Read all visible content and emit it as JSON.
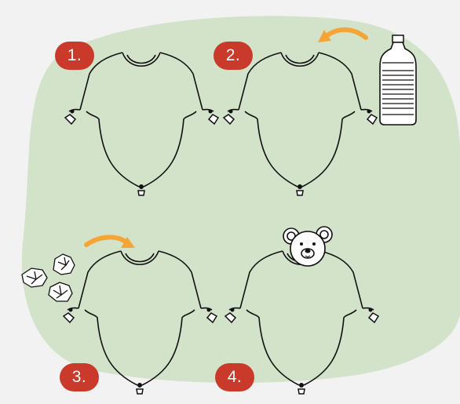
{
  "steps": [
    {
      "number": "1.",
      "extra": "none"
    },
    {
      "number": "2.",
      "extra": "bottle"
    },
    {
      "number": "3.",
      "extra": "crumpled-paper"
    },
    {
      "number": "4.",
      "extra": "teddy-bear-head"
    }
  ],
  "colors": {
    "page_background": "#f2f2f2",
    "blob": "#d3e3ca",
    "badge": "#c93a2a",
    "badge_text": "#ffffff",
    "arrow": "#f5a537",
    "line": "#111111",
    "bear": "#ffffff"
  }
}
